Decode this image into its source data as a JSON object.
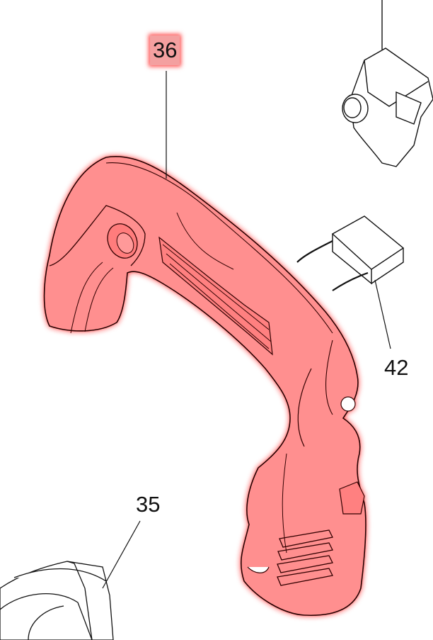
{
  "diagram": {
    "highlight_color": "#ff8a8a",
    "highlight_glow": "#ff2020",
    "parts": [
      {
        "id": "part-36",
        "label": "36",
        "highlighted": true
      },
      {
        "id": "part-42",
        "label": "42",
        "highlighted": false
      },
      {
        "id": "part-35",
        "label": "35",
        "highlighted": false
      }
    ]
  }
}
